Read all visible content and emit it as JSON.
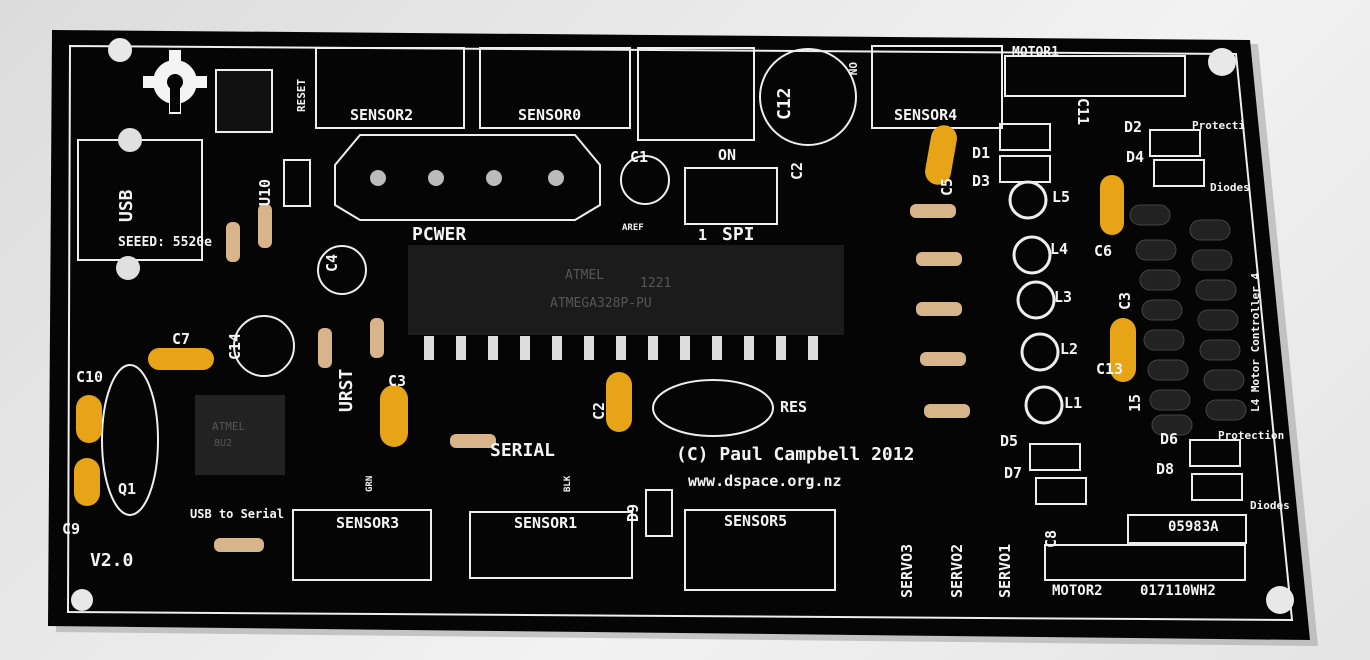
{
  "board": {
    "colors": {
      "solder_mask": "#050505",
      "silkscreen": "#f4f4f4",
      "capacitor": "#e8a417",
      "background": "#e8e8e8"
    },
    "labels": {
      "sensor2": "SENSOR2",
      "sensor0": "SENSOR0",
      "sensor4": "SENSOR4",
      "motor1": "MOTOR1",
      "sensor3": "SENSOR3",
      "sensor1": "SENSOR1",
      "sensor5": "SENSOR5",
      "motor2": "MOTOR2",
      "reset": "RESET",
      "usb": "USB",
      "seeed": "SEEED: 5520e",
      "power": "PCWER",
      "on_switch": "ON",
      "on_spi": "ON",
      "spi": "SPI",
      "spi_pin1": "1",
      "aref": "AREF",
      "c1": "C1",
      "c2": "C2",
      "c2b": "C2",
      "c3": "C3",
      "c3b": "C3",
      "c4": "C4",
      "c5": "C5",
      "c6": "C6",
      "c7": "C7",
      "c8": "C8",
      "c9": "C9",
      "c10": "C10",
      "c11": "C11",
      "c12": "C12",
      "c13": "C13",
      "c14": "C14",
      "q1": "Q1",
      "u10": "U10",
      "version": "V2.0",
      "usb_to_serial": "USB to Serial",
      "urst": "URST",
      "serial": "SERIAL",
      "grn": "GRN",
      "blk": "BLK",
      "res": "RES",
      "copyright": "(C) Paul Campbell 2012",
      "website": "www.dspace.org.nz",
      "d1": "D1",
      "d2": "D2",
      "d3": "D3",
      "d4": "D4",
      "d5": "D5",
      "d6": "D6",
      "d7": "D7",
      "d8": "D8",
      "d9": "D9",
      "l1": "L1",
      "l2": "L2",
      "l3": "L3",
      "l4": "L4",
      "l5": "L5",
      "pin15": "15",
      "motor_controller": "L4 Motor Controller 4",
      "protection_top": "Protecti",
      "diodes_top": "Diodes",
      "protection_bottom": "Protection",
      "diodes_bottom": "Diodes",
      "servo1": "SERVO1",
      "servo2": "SERVO2",
      "servo3": "SERVO3",
      "part_code": "05983A",
      "part_number": "017110WH2"
    },
    "chips": {
      "main_mcu": {
        "brand": "ATMEL",
        "date_code": "1221",
        "model": "ATMEGA328P-PU"
      },
      "usb_mcu": {
        "brand": "ATMEL",
        "model": "8U2"
      }
    }
  }
}
